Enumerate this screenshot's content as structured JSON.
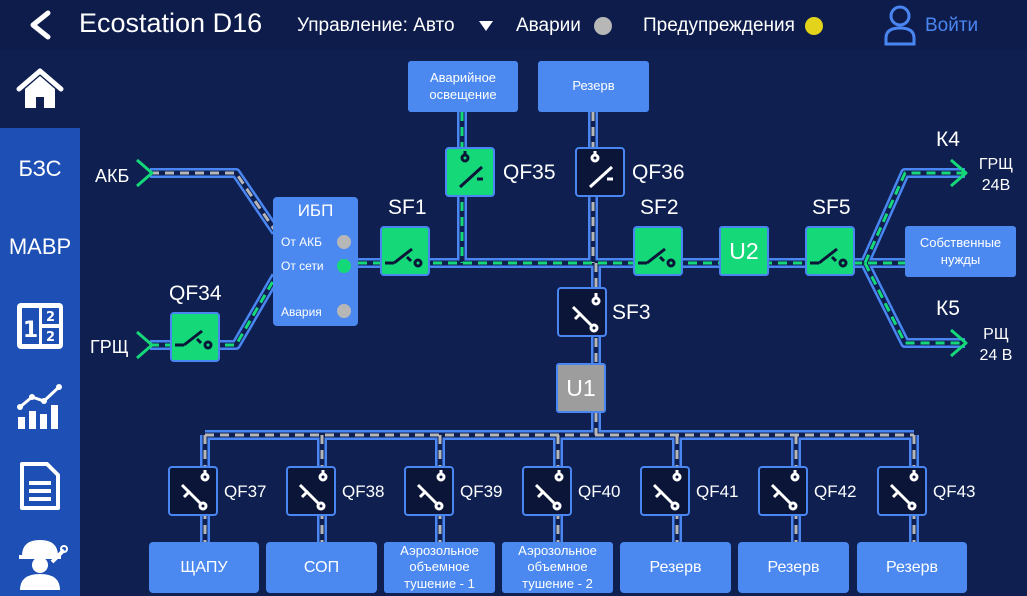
{
  "header": {
    "back_icon": "chevron-left-icon",
    "title": "Ecostation D16",
    "control_label": "Управление: Авто",
    "control_icon": "caret-down-icon",
    "alarms_label": "Аварии",
    "alarms_color": "#b7b7b7",
    "warnings_label": "Предупреждения",
    "warnings_color": "#e3d31b",
    "login_icon": "user-icon",
    "login_label": "Войти",
    "accent": "#4a86f2"
  },
  "sidebar": {
    "items": [
      {
        "icon": "home-icon"
      },
      {
        "label": "БЗС"
      },
      {
        "label": "МАВР"
      },
      {
        "icon": "sequence-12-icon"
      },
      {
        "icon": "bar-chart-trend-icon"
      },
      {
        "icon": "document-icon"
      },
      {
        "icon": "engineer-icon"
      }
    ]
  },
  "diagram": {
    "inputs": {
      "akb": "АКБ",
      "grsh": "ГРЩ"
    },
    "ibp": {
      "title": "ИБП",
      "rows": [
        {
          "label": "От АКБ",
          "color": "#b7b7b7"
        },
        {
          "label": "От сети",
          "color": "#15d879"
        },
        {
          "label": "Авария",
          "color": "#b7b7b7"
        }
      ]
    },
    "top_boxes": {
      "emergency_light": "Аварийное освещение",
      "reserve": "Резерв"
    },
    "switches": {
      "qf34": "QF34",
      "qf35": "QF35",
      "qf36": "QF36",
      "sf1": "SF1",
      "sf2": "SF2",
      "sf3": "SF3",
      "sf5": "SF5",
      "qf37": "QF37",
      "qf38": "QF38",
      "qf39": "QF39",
      "qf40": "QF40",
      "qf41": "QF41",
      "qf42": "QF42",
      "qf43": "QF43"
    },
    "converters": {
      "u1": "U1",
      "u2": "U2"
    },
    "right": {
      "k4": "К4",
      "k4_target": "ГРЩ 24В",
      "k5": "К5",
      "k5_target": "РЩ 24 В",
      "own_needs": "Собственные нужды"
    },
    "feeders": [
      "ЩАПУ",
      "СОП",
      "Аэрозольное объемное тушение - 1",
      "Аэрозольное объемное тушение - 2",
      "Резерв",
      "Резерв",
      "Резерв"
    ],
    "colors": {
      "energized": "#15d879",
      "line": "#4a86f2",
      "box": "#4b89f0"
    }
  }
}
